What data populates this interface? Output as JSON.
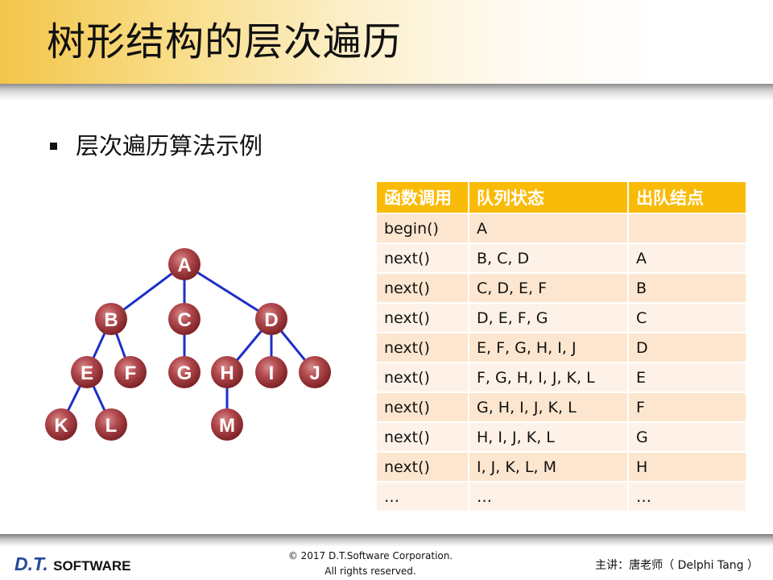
{
  "slide": {
    "title": "树形结构的层次遍历",
    "bullet": "层次遍历算法示例"
  },
  "colors": {
    "header_accent": "#f3c64a",
    "table_header": "#f9bb07",
    "row_odd": "#fde6cf",
    "row_even": "#fef2e8",
    "node_fill": "#a83a3e",
    "edge": "#1f2fc8",
    "logo_blue": "#244a9b"
  },
  "tree": {
    "nodes": [
      "A",
      "B",
      "C",
      "D",
      "E",
      "F",
      "G",
      "H",
      "I",
      "J",
      "K",
      "L",
      "M"
    ]
  },
  "table": {
    "headers": [
      "函数调用",
      "队列状态",
      "出队结点"
    ],
    "rows": [
      [
        "begin()",
        "A",
        ""
      ],
      [
        "next()",
        "B, C, D",
        "A"
      ],
      [
        "next()",
        "C, D, E, F",
        "B"
      ],
      [
        "next()",
        "D, E, F, G",
        "C"
      ],
      [
        "next()",
        "E, F, G, H, I, J",
        "D"
      ],
      [
        "next()",
        "F, G, H, I, J, K, L",
        "E"
      ],
      [
        "next()",
        "G, H, I, J, K, L",
        "F"
      ],
      [
        "next()",
        "H, I, J, K, L",
        "G"
      ],
      [
        "next()",
        "I, J, K, L, M",
        "H"
      ],
      [
        "…",
        "…",
        "…"
      ]
    ]
  },
  "footer": {
    "logo_main": "D.T.",
    "logo_sub": "SOFTWARE",
    "copyright_line1": "© 2017 D.T.Software Corporation.",
    "copyright_line2": "All rights reserved.",
    "lecturer": "主讲：唐老师（ Delphi Tang ）"
  }
}
